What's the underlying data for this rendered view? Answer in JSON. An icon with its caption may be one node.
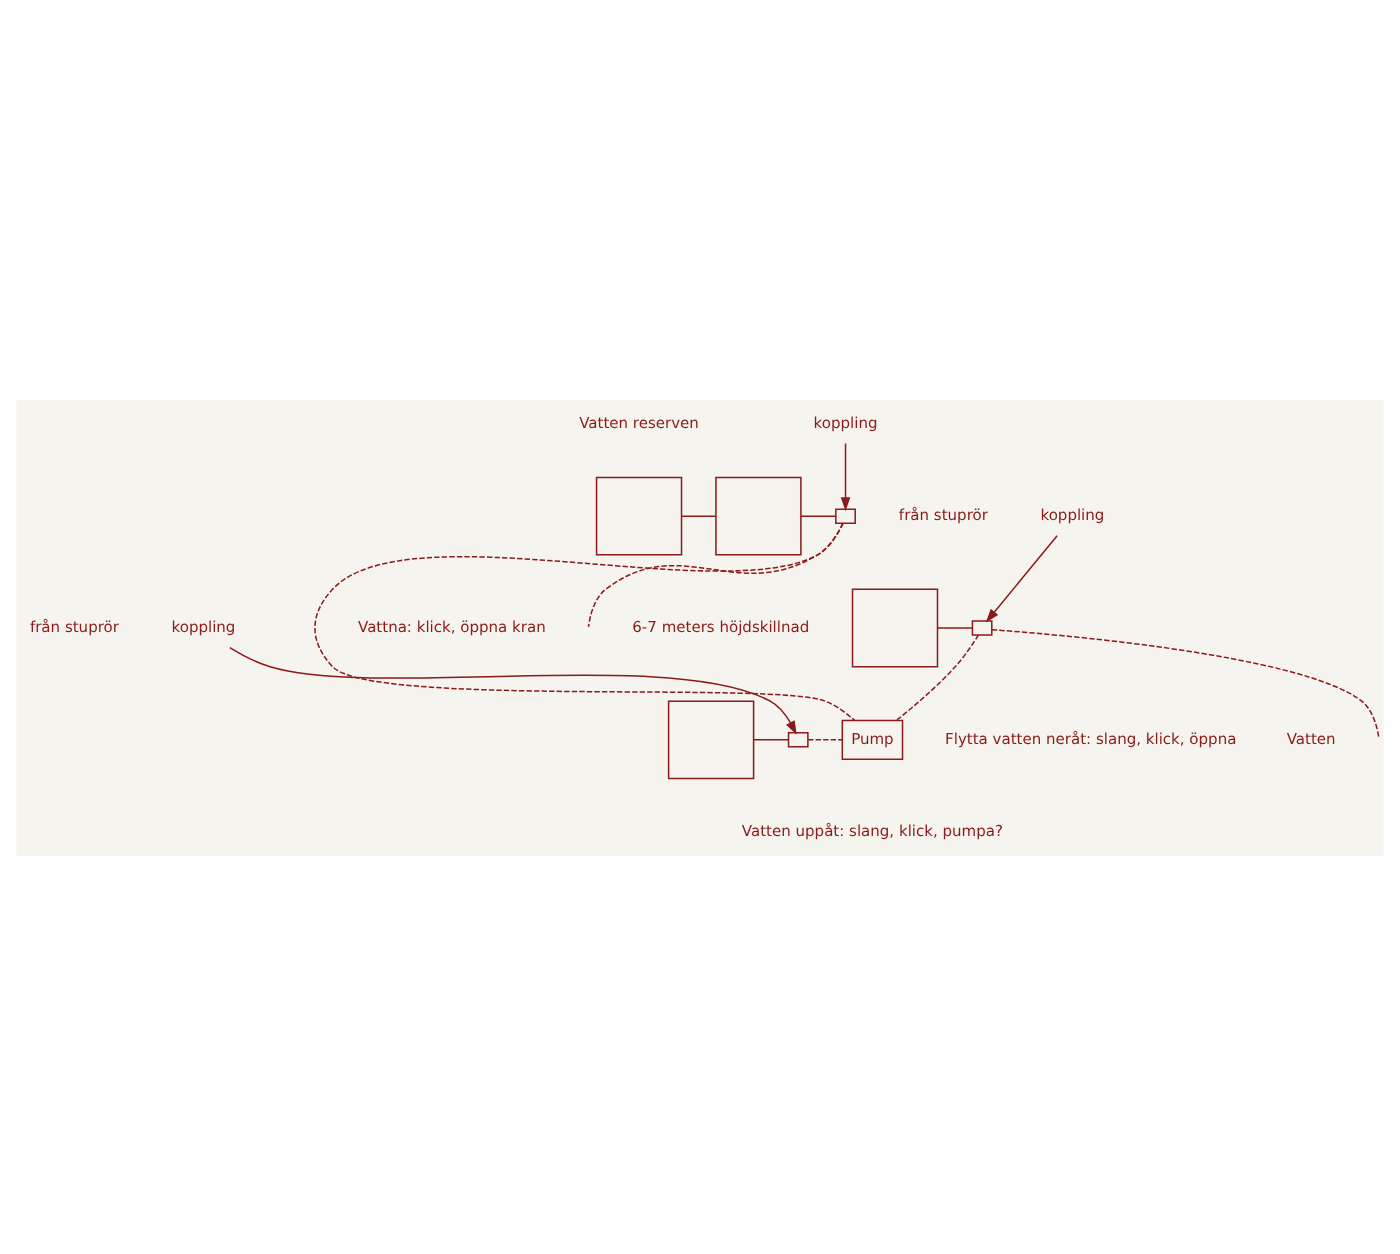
{
  "diagram": {
    "nodes": [
      {
        "text": [],
        "shape": "box"
      },
      {
        "text": [],
        "shape": "box"
      },
      {
        "text": [],
        "shape": "box"
      },
      {
        "text": [
          "koppling"
        ]
      },
      {
        "text": [],
        "shape": "box"
      },
      {
        "text": [],
        "shape": "box"
      },
      {
        "text": [
          "koppling"
        ]
      },
      {
        "text": [],
        "shape": "box"
      },
      {
        "text": [],
        "shape": "box"
      },
      {
        "text": [
          "koppling"
        ]
      },
      {
        "text": [
          "Pump"
        ]
      }
    ],
    "edges": [
      {
        "from": 0,
        "to": 1,
        "arrow": "none"
      },
      {
        "from": 1,
        "to": 2,
        "arrow": "none"
      },
      {
        "from": 3,
        "to": 2,
        "arrow": "to"
      },
      {
        "from": 2,
        "to": null,
        "arrow": "none",
        "style": "dashed"
      },
      {
        "from": 2,
        "to": 10,
        "arrow": "none",
        "style": "dashed"
      },
      {
        "from": 4,
        "to": 5,
        "arrow": "none"
      },
      {
        "from": 6,
        "to": 5,
        "arrow": "to"
      },
      {
        "from": 5,
        "to": null,
        "arrow": "none",
        "style": "dashed"
      },
      {
        "from": 5,
        "to": 10,
        "arrow": "none",
        "style": "dashed"
      },
      {
        "from": 7,
        "to": 8,
        "arrow": "none"
      },
      {
        "from": 9,
        "to": 8,
        "arrow": "to"
      },
      {
        "from": 8,
        "to": 10,
        "arrow": "none",
        "style": "dashed"
      }
    ],
    "labels": [
      "Vatten reserven",
      "Vattna: klick, öppna kran",
      "från stuprör",
      "Flytta vatten neråt: slang, klick, öppna",
      "Vatten",
      "från stuprör",
      "Vatten uppåt: slang, klick, pumpa?",
      "6-7 meters höjdskillnad"
    ]
  }
}
